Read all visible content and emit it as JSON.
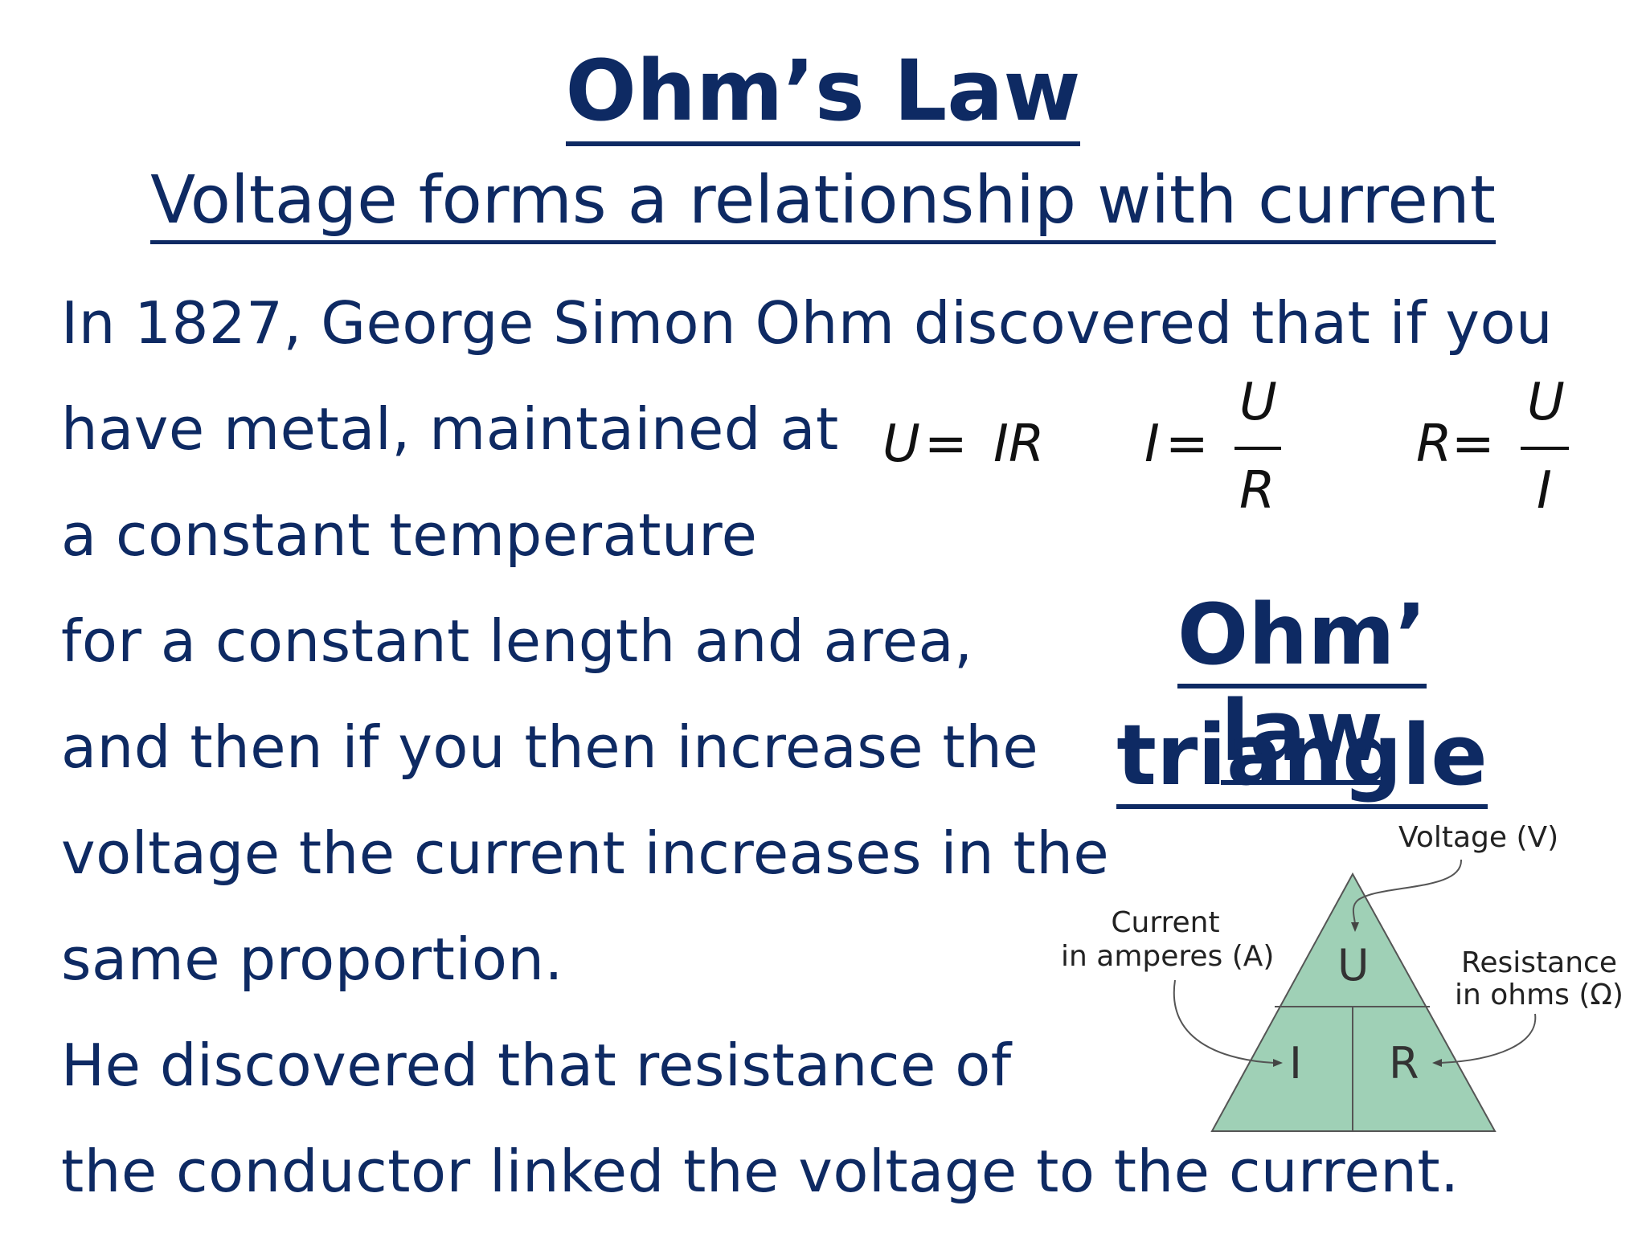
{
  "title": "Ohm’s Law",
  "subtitle": "Voltage forms a relationship with current",
  "body_lines": [
    "In 1827, George Simon Ohm discovered that if you",
    "have metal, maintained at",
    "a constant temperature",
    "for a constant length and area,",
    "and then if you then increase the",
    "voltage the current increases in the",
    "same proportion.",
    "He discovered that resistance of",
    "the conductor linked the voltage to the current."
  ],
  "formulas": {
    "f1_lhs": "U",
    "f1_eq": "=",
    "f1_rhs": "IR",
    "f2_lhs": "I",
    "f2_eq": "=",
    "f2_num": "U",
    "f2_den": "R",
    "f3_lhs": "R",
    "f3_eq": "=",
    "f3_num": "U",
    "f3_den": "I"
  },
  "triangle": {
    "title_line1": "Ohm’ law",
    "title_line2": "triangle",
    "label_voltage": "Voltage (V)",
    "label_current_1": "Current",
    "label_current_2": "in amperes (A)",
    "label_resistance_1": "Resistance",
    "label_resistance_2": "in ohms (Ω)",
    "letter_top": "U",
    "letter_left": "I",
    "letter_right": "R",
    "fill_color": "#9fd0b6",
    "edge_color": "#555555"
  },
  "colors": {
    "text": "#0e2a63"
  }
}
